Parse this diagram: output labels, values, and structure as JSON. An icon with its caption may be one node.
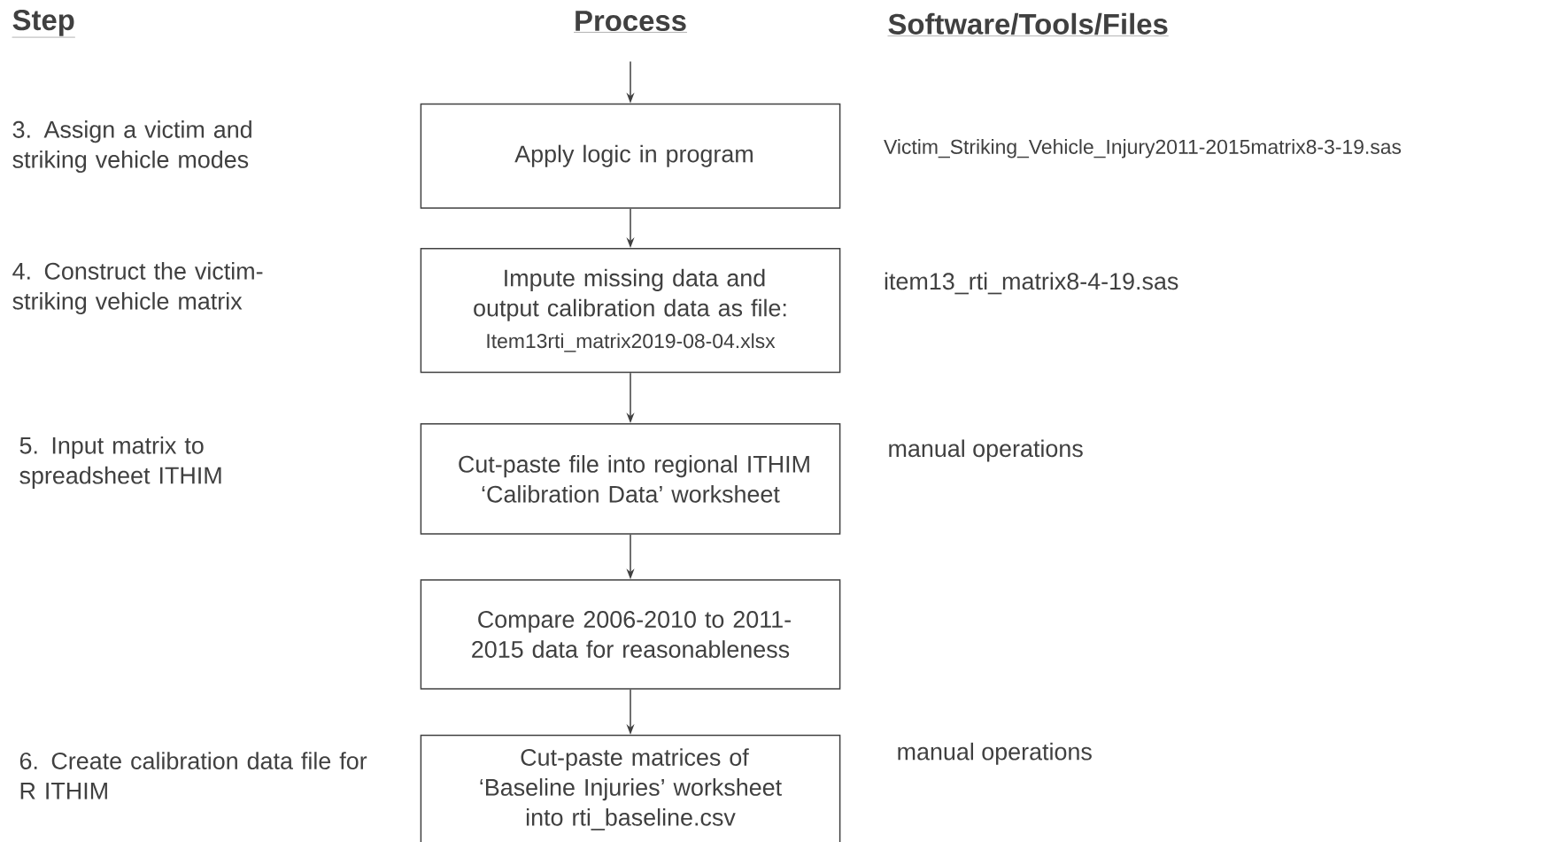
{
  "diagram": {
    "nodes": [
      {
        "text": [
          "Apply logic in program"
        ]
      },
      {
        "text": [
          "Impute missing data and output calibration data as file:",
          "Item13rti_matrix2019-08-04.xlsx"
        ]
      },
      {
        "text": [
          "Cut-paste file into regional ITHIM ‘Calibration Data’ worksheet"
        ]
      },
      {
        "text": [
          "Compare 2006-2010 to 2011-2015 data for reasonableness"
        ]
      },
      {
        "text": [
          "Cut-paste matrices of ‘Baseline Injuries’ worksheet into rti_baseline.csv"
        ]
      }
    ],
    "edges": [
      {
        "from": null,
        "to": 0,
        "arrow": "to"
      },
      {
        "from": 0,
        "to": 1,
        "arrow": "to"
      },
      {
        "from": 1,
        "to": 2,
        "arrow": "to"
      },
      {
        "from": 2,
        "to": 3,
        "arrow": "to"
      },
      {
        "from": 3,
        "to": 4,
        "arrow": "to"
      }
    ],
    "labels": [
      "Step",
      "Process",
      "Software/Tools/Files",
      "3. Assign a victim and striking vehicle modes",
      "Victim_Striking_Vehicle_Injury2011-2015matrix8-3-19.sas",
      "4. Construct the victim-striking vehicle matrix",
      "item13_rti_matrix8-4-19.sas",
      "5. Input matrix to spreadsheet ITHIM",
      "manual operations",
      "6. Create calibration data file for R ITHIM",
      "manual operations"
    ]
  }
}
